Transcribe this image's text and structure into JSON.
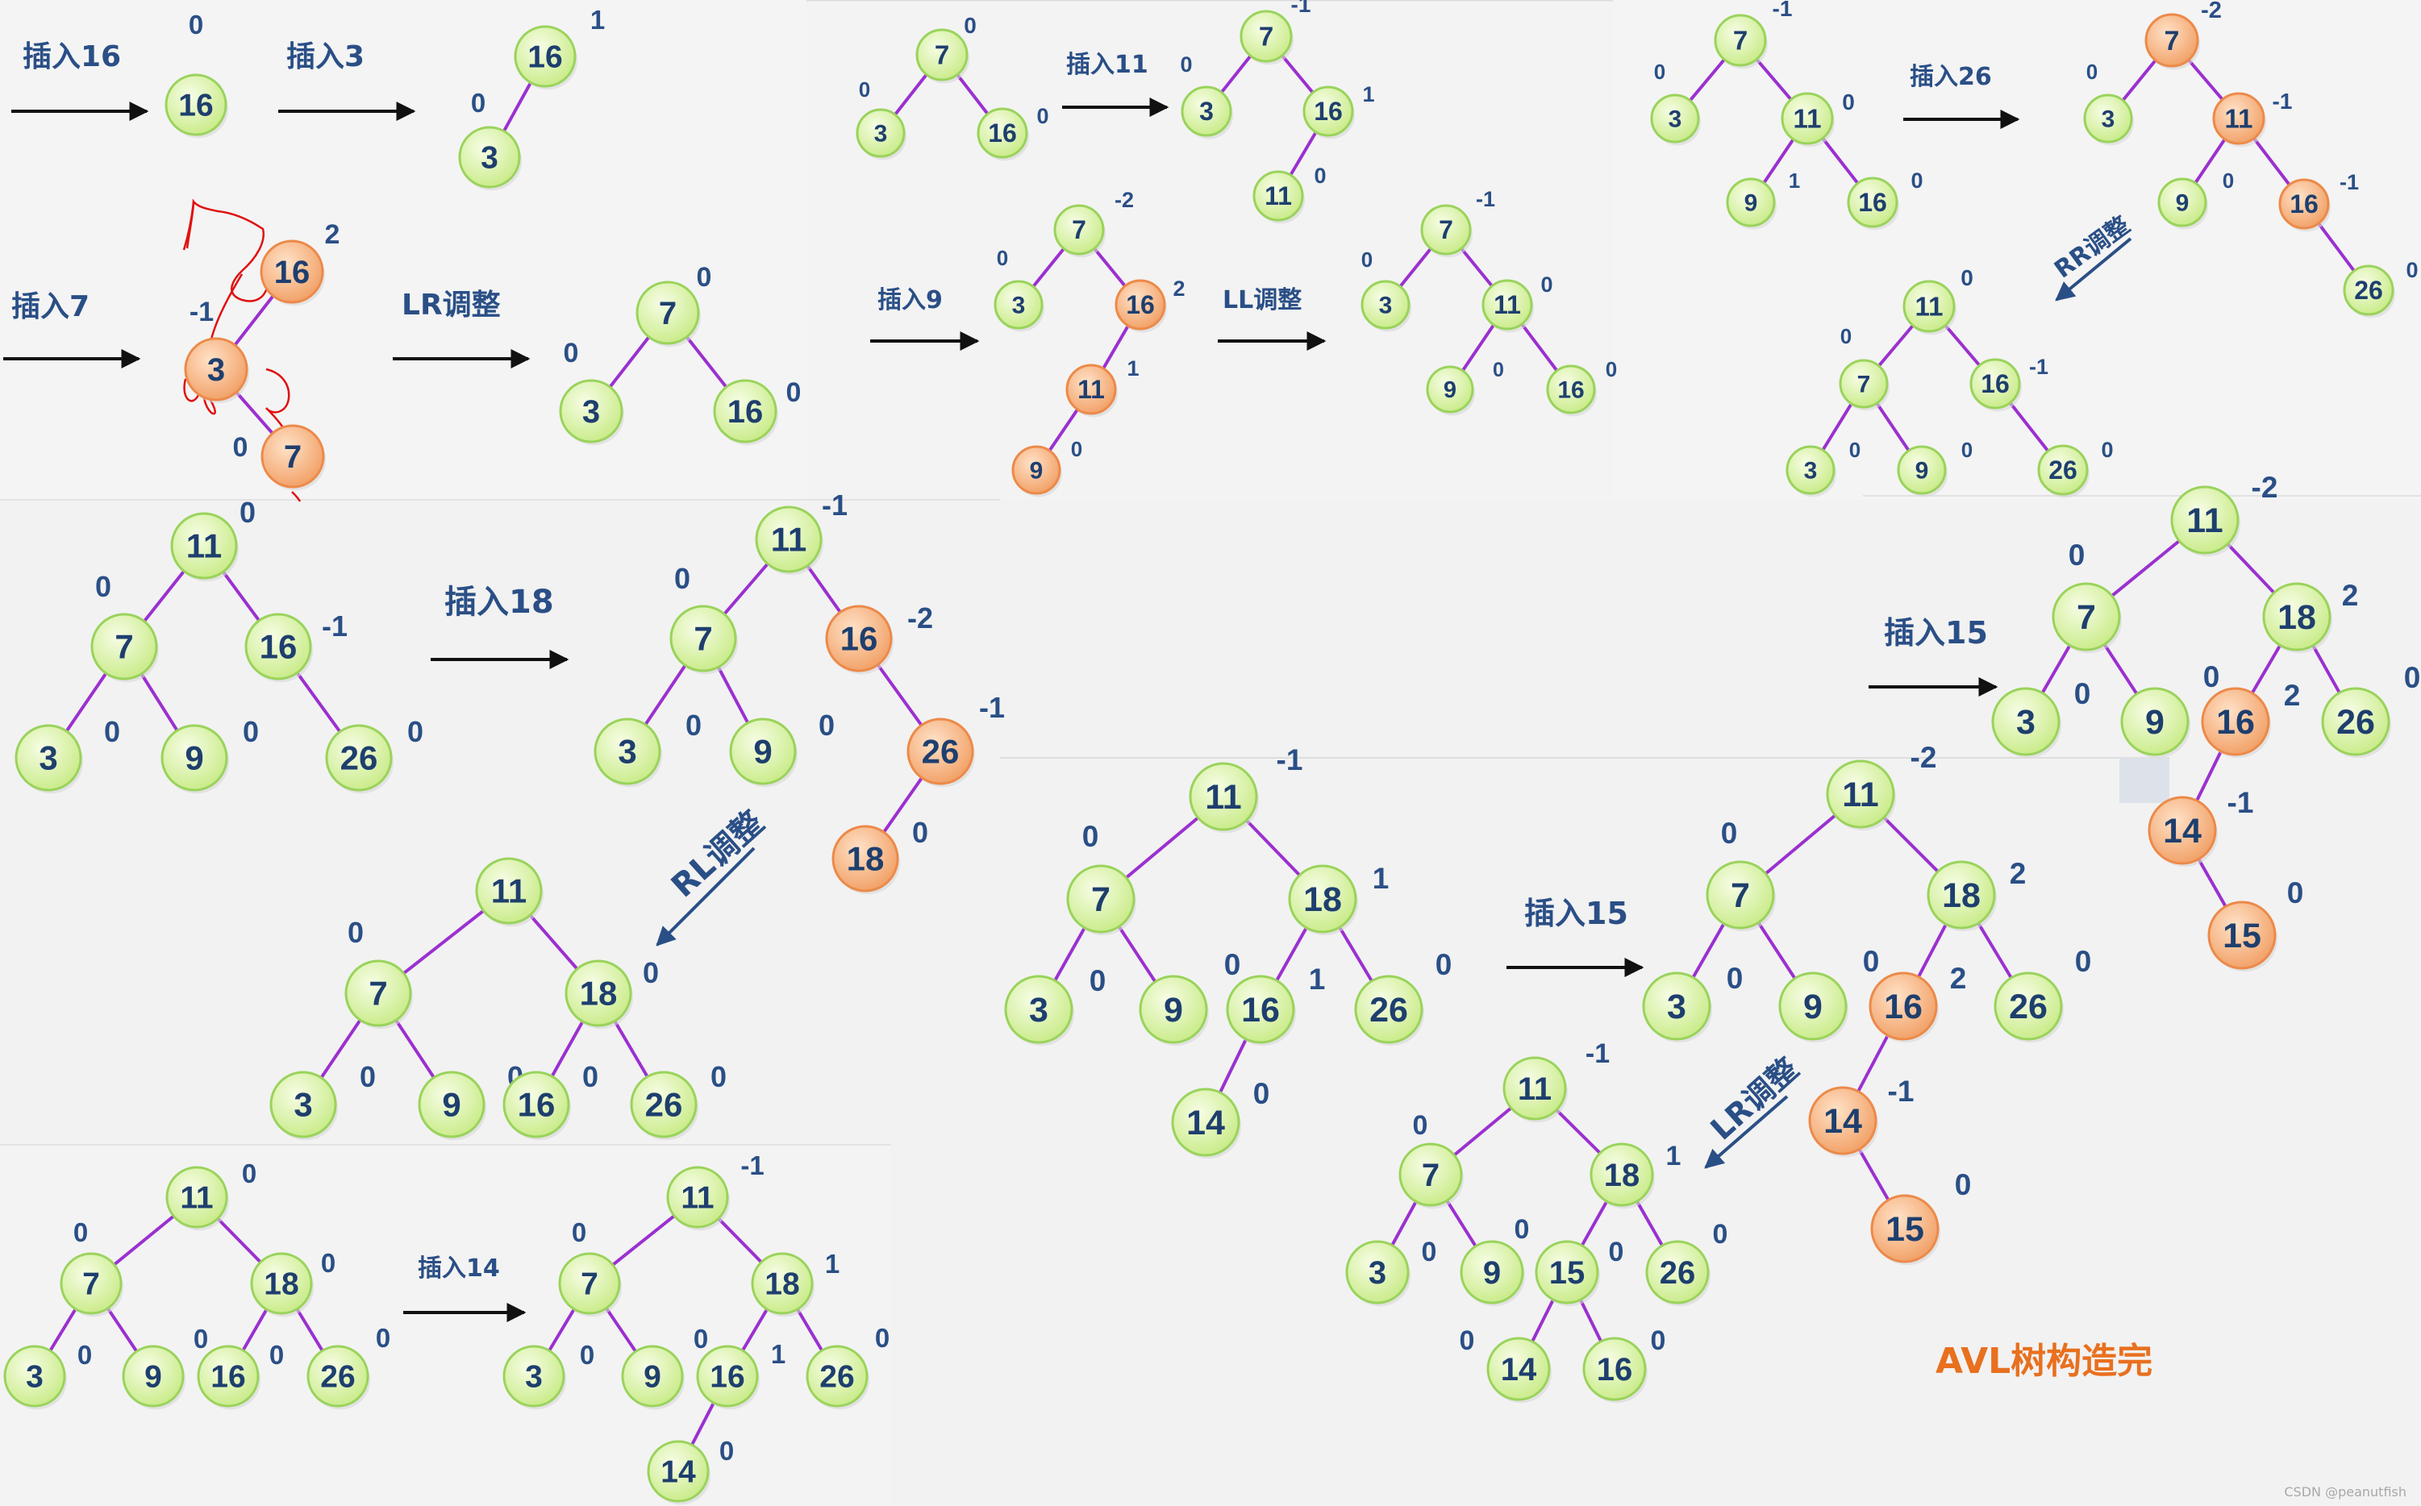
{
  "title": "AVL树构造完",
  "watermark": "CSDN @peanutfish",
  "colors": {
    "background": "#f2f2f2",
    "node_green_fill": "#e3f6b8",
    "node_green_stroke": "#9ad35c",
    "node_orange_fill": "#f8c49c",
    "node_orange_stroke": "#ec8a4a",
    "node_text": "#1e3f6e",
    "edge": "#9b30d0",
    "edge_dark": "#2a4f86",
    "label_text": "#2a4f86",
    "title_color": "#e8701f",
    "sketch_red": "#e01010"
  },
  "steps": [
    {
      "id": "insert16",
      "text": "插入16"
    },
    {
      "id": "insert3",
      "text": "插入3"
    },
    {
      "id": "insert7",
      "text": "插入7"
    },
    {
      "id": "lr1",
      "text": "LR调整"
    },
    {
      "id": "insert11",
      "text": "插入11"
    },
    {
      "id": "insert9",
      "text": "插入9"
    },
    {
      "id": "ll",
      "text": "LL调整"
    },
    {
      "id": "insert26",
      "text": "插入26"
    },
    {
      "id": "rr",
      "text": "RR调整"
    },
    {
      "id": "insert18",
      "text": "插入18"
    },
    {
      "id": "rl",
      "text": "RL调整"
    },
    {
      "id": "insert14",
      "text": "插入14"
    },
    {
      "id": "insert15a",
      "text": "插入15"
    },
    {
      "id": "insert15b",
      "text": "插入15"
    },
    {
      "id": "lr2",
      "text": "LR调整"
    }
  ],
  "trees": [
    {
      "id": "t1",
      "nodes": [
        {
          "id": "a",
          "value": "16",
          "bf": "0"
        }
      ],
      "edges": []
    },
    {
      "id": "t2",
      "nodes": [
        {
          "id": "a",
          "value": "16",
          "bf": "1"
        },
        {
          "id": "b",
          "value": "3",
          "bf": "0"
        }
      ],
      "edges": [
        [
          "a",
          "b"
        ]
      ]
    },
    {
      "id": "t3",
      "nodes": [
        {
          "id": "a",
          "value": "16",
          "bf": "2",
          "hl": true
        },
        {
          "id": "b",
          "value": "3",
          "bf": "-1",
          "hl": true
        },
        {
          "id": "c",
          "value": "7",
          "bf": "0",
          "hl": true
        }
      ],
      "edges": [
        [
          "a",
          "b"
        ],
        [
          "b",
          "c"
        ]
      ]
    },
    {
      "id": "t4",
      "nodes": [
        {
          "id": "a",
          "value": "7",
          "bf": "0"
        },
        {
          "id": "b",
          "value": "3",
          "bf": "0"
        },
        {
          "id": "c",
          "value": "16",
          "bf": "0"
        }
      ],
      "edges": [
        [
          "a",
          "b"
        ],
        [
          "a",
          "c"
        ]
      ]
    },
    {
      "id": "t5",
      "nodes": [
        {
          "id": "a",
          "value": "7",
          "bf": "0"
        },
        {
          "id": "b",
          "value": "3",
          "bf": "0"
        },
        {
          "id": "c",
          "value": "16",
          "bf": "0"
        }
      ],
      "edges": [
        [
          "a",
          "b"
        ],
        [
          "a",
          "c"
        ]
      ]
    },
    {
      "id": "t6",
      "nodes": [
        {
          "id": "a",
          "value": "7",
          "bf": "-1"
        },
        {
          "id": "b",
          "value": "3",
          "bf": "0"
        },
        {
          "id": "c",
          "value": "16",
          "bf": "1"
        },
        {
          "id": "d",
          "value": "11",
          "bf": "0"
        }
      ],
      "edges": [
        [
          "a",
          "b"
        ],
        [
          "a",
          "c"
        ],
        [
          "c",
          "d"
        ]
      ]
    },
    {
      "id": "t7",
      "nodes": [
        {
          "id": "a",
          "value": "7",
          "bf": "-2"
        },
        {
          "id": "b",
          "value": "3",
          "bf": "0"
        },
        {
          "id": "c",
          "value": "16",
          "bf": "2",
          "hl": true
        },
        {
          "id": "d",
          "value": "11",
          "bf": "1",
          "hl": true
        },
        {
          "id": "e",
          "value": "9",
          "bf": "0",
          "hl": true
        }
      ],
      "edges": [
        [
          "a",
          "b"
        ],
        [
          "a",
          "c"
        ],
        [
          "c",
          "d"
        ],
        [
          "d",
          "e"
        ]
      ]
    },
    {
      "id": "t8",
      "nodes": [
        {
          "id": "a",
          "value": "7",
          "bf": "-1"
        },
        {
          "id": "b",
          "value": "3",
          "bf": "0"
        },
        {
          "id": "c",
          "value": "11",
          "bf": "0"
        },
        {
          "id": "d",
          "value": "9",
          "bf": "0"
        },
        {
          "id": "e",
          "value": "16",
          "bf": "0"
        }
      ],
      "edges": [
        [
          "a",
          "b"
        ],
        [
          "a",
          "c"
        ],
        [
          "c",
          "d"
        ],
        [
          "c",
          "e"
        ]
      ]
    },
    {
      "id": "t9",
      "nodes": [
        {
          "id": "a",
          "value": "7",
          "bf": "-1"
        },
        {
          "id": "b",
          "value": "3",
          "bf": "0"
        },
        {
          "id": "c",
          "value": "11",
          "bf": "0"
        },
        {
          "id": "d",
          "value": "9",
          "bf": "1"
        },
        {
          "id": "e",
          "value": "16",
          "bf": "0"
        }
      ],
      "edges": [
        [
          "a",
          "b"
        ],
        [
          "a",
          "c"
        ],
        [
          "c",
          "d"
        ],
        [
          "c",
          "e"
        ]
      ]
    },
    {
      "id": "t10",
      "nodes": [
        {
          "id": "a",
          "value": "7",
          "bf": "-2",
          "hl": true
        },
        {
          "id": "b",
          "value": "3",
          "bf": "0"
        },
        {
          "id": "c",
          "value": "11",
          "bf": "-1",
          "hl": true
        },
        {
          "id": "d",
          "value": "9",
          "bf": "0"
        },
        {
          "id": "e",
          "value": "16",
          "bf": "-1",
          "hl": true
        },
        {
          "id": "f",
          "value": "26",
          "bf": "0"
        }
      ],
      "edges": [
        [
          "a",
          "b"
        ],
        [
          "a",
          "c"
        ],
        [
          "c",
          "d"
        ],
        [
          "c",
          "e"
        ],
        [
          "e",
          "f"
        ]
      ]
    },
    {
      "id": "t11",
      "nodes": [
        {
          "id": "a",
          "value": "11",
          "bf": "0"
        },
        {
          "id": "b",
          "value": "7",
          "bf": "0"
        },
        {
          "id": "c",
          "value": "16",
          "bf": "-1"
        },
        {
          "id": "d",
          "value": "3",
          "bf": "0"
        },
        {
          "id": "e",
          "value": "9",
          "bf": "0"
        },
        {
          "id": "f",
          "value": "26",
          "bf": "0"
        }
      ],
      "edges": [
        [
          "a",
          "b"
        ],
        [
          "a",
          "c"
        ],
        [
          "b",
          "d"
        ],
        [
          "b",
          "e"
        ],
        [
          "c",
          "f"
        ]
      ]
    },
    {
      "id": "t12",
      "nodes": [
        {
          "id": "a",
          "value": "11",
          "bf": "0"
        },
        {
          "id": "b",
          "value": "7",
          "bf": "0"
        },
        {
          "id": "c",
          "value": "16",
          "bf": "-1"
        },
        {
          "id": "d",
          "value": "3",
          "bf": "0"
        },
        {
          "id": "e",
          "value": "9",
          "bf": "0"
        },
        {
          "id": "f",
          "value": "26",
          "bf": "0"
        }
      ],
      "edges": [
        [
          "a",
          "b"
        ],
        [
          "a",
          "c"
        ],
        [
          "b",
          "d"
        ],
        [
          "b",
          "e"
        ],
        [
          "c",
          "f"
        ]
      ]
    },
    {
      "id": "t13",
      "nodes": [
        {
          "id": "a",
          "value": "11",
          "bf": "-1"
        },
        {
          "id": "b",
          "value": "7",
          "bf": "0"
        },
        {
          "id": "c",
          "value": "16",
          "bf": "-2",
          "hl": true
        },
        {
          "id": "d",
          "value": "3",
          "bf": "0"
        },
        {
          "id": "e",
          "value": "9",
          "bf": "0"
        },
        {
          "id": "f",
          "value": "26",
          "bf": "-1",
          "hl": true
        },
        {
          "id": "g",
          "value": "18",
          "bf": "0",
          "hl": true
        }
      ],
      "edges": [
        [
          "a",
          "b"
        ],
        [
          "a",
          "c"
        ],
        [
          "b",
          "d"
        ],
        [
          "b",
          "e"
        ],
        [
          "c",
          "f"
        ],
        [
          "f",
          "g"
        ]
      ]
    },
    {
      "id": "t14",
      "nodes": [
        {
          "id": "a",
          "value": "11",
          "bf": ""
        },
        {
          "id": "b",
          "value": "7",
          "bf": "0"
        },
        {
          "id": "c",
          "value": "18",
          "bf": "0"
        },
        {
          "id": "d",
          "value": "3",
          "bf": "0"
        },
        {
          "id": "e",
          "value": "9",
          "bf": "0"
        },
        {
          "id": "f",
          "value": "16",
          "bf": "0"
        },
        {
          "id": "g",
          "value": "26",
          "bf": "0"
        }
      ],
      "edges": [
        [
          "a",
          "b"
        ],
        [
          "a",
          "c"
        ],
        [
          "b",
          "d"
        ],
        [
          "b",
          "e"
        ],
        [
          "c",
          "f"
        ],
        [
          "c",
          "g"
        ]
      ]
    },
    {
      "id": "t15",
      "nodes": [
        {
          "id": "a",
          "value": "11",
          "bf": "0"
        },
        {
          "id": "b",
          "value": "7",
          "bf": "0"
        },
        {
          "id": "c",
          "value": "18",
          "bf": "0"
        },
        {
          "id": "d",
          "value": "3",
          "bf": "0"
        },
        {
          "id": "e",
          "value": "9",
          "bf": "0"
        },
        {
          "id": "f",
          "value": "16",
          "bf": "0"
        },
        {
          "id": "g",
          "value": "26",
          "bf": "0"
        }
      ],
      "edges": [
        [
          "a",
          "b"
        ],
        [
          "a",
          "c"
        ],
        [
          "b",
          "d"
        ],
        [
          "b",
          "e"
        ],
        [
          "c",
          "f"
        ],
        [
          "c",
          "g"
        ]
      ]
    },
    {
      "id": "t16",
      "nodes": [
        {
          "id": "a",
          "value": "11",
          "bf": "-1"
        },
        {
          "id": "b",
          "value": "7",
          "bf": "0"
        },
        {
          "id": "c",
          "value": "18",
          "bf": "1"
        },
        {
          "id": "d",
          "value": "3",
          "bf": "0"
        },
        {
          "id": "e",
          "value": "9",
          "bf": "0"
        },
        {
          "id": "f",
          "value": "16",
          "bf": "1"
        },
        {
          "id": "g",
          "value": "26",
          "bf": "0"
        },
        {
          "id": "h",
          "value": "14",
          "bf": "0"
        }
      ],
      "edges": [
        [
          "a",
          "b"
        ],
        [
          "a",
          "c"
        ],
        [
          "b",
          "d"
        ],
        [
          "b",
          "e"
        ],
        [
          "c",
          "f"
        ],
        [
          "c",
          "g"
        ],
        [
          "f",
          "h"
        ]
      ]
    },
    {
      "id": "t17",
      "nodes": [
        {
          "id": "a",
          "value": "11",
          "bf": "-1"
        },
        {
          "id": "b",
          "value": "7",
          "bf": "0"
        },
        {
          "id": "c",
          "value": "18",
          "bf": "1"
        },
        {
          "id": "d",
          "value": "3",
          "bf": "0"
        },
        {
          "id": "e",
          "value": "9",
          "bf": "0"
        },
        {
          "id": "f",
          "value": "16",
          "bf": "1"
        },
        {
          "id": "g",
          "value": "26",
          "bf": "0"
        },
        {
          "id": "h",
          "value": "14",
          "bf": "0"
        }
      ],
      "edges": [
        [
          "a",
          "b"
        ],
        [
          "a",
          "c"
        ],
        [
          "b",
          "d"
        ],
        [
          "b",
          "e"
        ],
        [
          "c",
          "f"
        ],
        [
          "c",
          "g"
        ],
        [
          "f",
          "h"
        ]
      ]
    },
    {
      "id": "t18",
      "nodes": [
        {
          "id": "a",
          "value": "11",
          "bf": "-2"
        },
        {
          "id": "b",
          "value": "7",
          "bf": "0"
        },
        {
          "id": "c",
          "value": "18",
          "bf": "2"
        },
        {
          "id": "d",
          "value": "3",
          "bf": "0"
        },
        {
          "id": "e",
          "value": "9",
          "bf": "0"
        },
        {
          "id": "f",
          "value": "16",
          "bf": "2",
          "hl": true
        },
        {
          "id": "g",
          "value": "26",
          "bf": "0"
        },
        {
          "id": "h",
          "value": "14",
          "bf": "-1",
          "hl": true
        },
        {
          "id": "i",
          "value": "15",
          "bf": "0",
          "hl": true
        }
      ],
      "edges": [
        [
          "a",
          "b"
        ],
        [
          "a",
          "c"
        ],
        [
          "b",
          "d"
        ],
        [
          "b",
          "e"
        ],
        [
          "c",
          "f"
        ],
        [
          "c",
          "g"
        ],
        [
          "f",
          "h"
        ],
        [
          "h",
          "i"
        ]
      ]
    },
    {
      "id": "t19",
      "nodes": [
        {
          "id": "a",
          "value": "11",
          "bf": "-2"
        },
        {
          "id": "b",
          "value": "7",
          "bf": "0"
        },
        {
          "id": "c",
          "value": "18",
          "bf": "2"
        },
        {
          "id": "d",
          "value": "3",
          "bf": "0"
        },
        {
          "id": "e",
          "value": "9",
          "bf": "0"
        },
        {
          "id": "f",
          "value": "16",
          "bf": "2",
          "hl": true
        },
        {
          "id": "g",
          "value": "26",
          "bf": "0"
        },
        {
          "id": "h",
          "value": "14",
          "bf": "-1",
          "hl": true
        },
        {
          "id": "i",
          "value": "15",
          "bf": "0",
          "hl": true
        }
      ],
      "edges": [
        [
          "a",
          "b"
        ],
        [
          "a",
          "c"
        ],
        [
          "b",
          "d"
        ],
        [
          "b",
          "e"
        ],
        [
          "c",
          "f"
        ],
        [
          "c",
          "g"
        ],
        [
          "f",
          "h"
        ],
        [
          "h",
          "i"
        ]
      ]
    },
    {
      "id": "t20",
      "nodes": [
        {
          "id": "a",
          "value": "11",
          "bf": "-1"
        },
        {
          "id": "b",
          "value": "7",
          "bf": "0"
        },
        {
          "id": "c",
          "value": "18",
          "bf": "1"
        },
        {
          "id": "d",
          "value": "3",
          "bf": "0"
        },
        {
          "id": "e",
          "value": "9",
          "bf": "0"
        },
        {
          "id": "f",
          "value": "15",
          "bf": "0"
        },
        {
          "id": "g",
          "value": "26",
          "bf": "0"
        },
        {
          "id": "h",
          "value": "14",
          "bf": "0"
        },
        {
          "id": "i",
          "value": "16",
          "bf": "0"
        }
      ],
      "edges": [
        [
          "a",
          "b"
        ],
        [
          "a",
          "c"
        ],
        [
          "b",
          "d"
        ],
        [
          "b",
          "e"
        ],
        [
          "c",
          "f"
        ],
        [
          "c",
          "g"
        ],
        [
          "f",
          "h"
        ],
        [
          "f",
          "i"
        ]
      ]
    }
  ]
}
